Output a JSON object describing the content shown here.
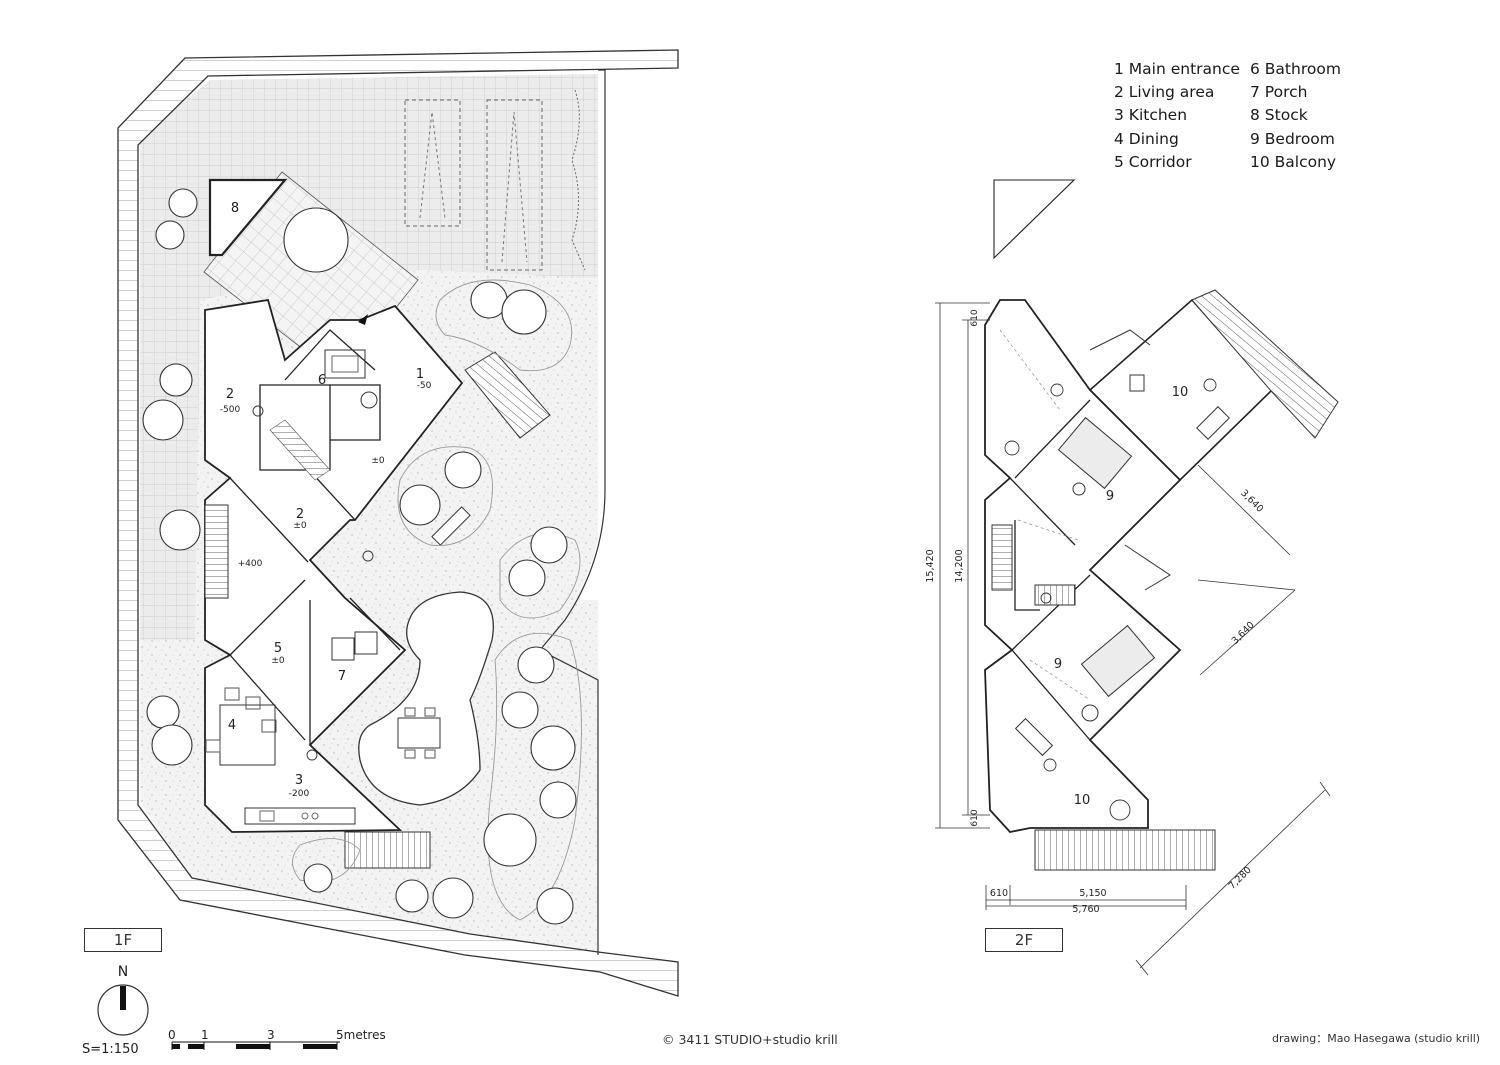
{
  "legend": {
    "col1": [
      "1 Main entrance",
      "2 Living area",
      "3 Kitchen",
      "4 Dining",
      "5 Corridor"
    ],
    "col2": [
      "6 Bathroom",
      "7 Porch",
      "8 Stock",
      "9 Bedroom",
      "10 Balcony"
    ]
  },
  "plan_1f": {
    "label": "1F",
    "rooms": [
      {
        "num": "8",
        "level": ""
      },
      {
        "num": "2",
        "level": "-500"
      },
      {
        "num": "6",
        "level": ""
      },
      {
        "num": "1",
        "level": "-50"
      },
      {
        "num": "",
        "level": "±0"
      },
      {
        "num": "2",
        "level": "±0"
      },
      {
        "num": "",
        "level": "+400"
      },
      {
        "num": "5",
        "level": "±0"
      },
      {
        "num": "7",
        "level": ""
      },
      {
        "num": "4",
        "level": ""
      },
      {
        "num": "3",
        "level": "-200"
      }
    ]
  },
  "plan_2f": {
    "label": "2F",
    "rooms": [
      "10",
      "9",
      "9",
      "10"
    ],
    "dimensions": {
      "total_height": "15,420",
      "inner_height": "14,200",
      "top_offset": "610",
      "bottom_offset": "610",
      "bottom_left": "610",
      "bottom_mid": "5,150",
      "bottom_total": "5,760",
      "diag_upper": "3,640",
      "diag_lower": "3,640",
      "diag_long": "7,280"
    }
  },
  "north": "N",
  "scale": {
    "ratio": "S=1:150",
    "ticks": [
      "0",
      "1",
      "3",
      "5metres"
    ]
  },
  "footer": {
    "copyright": "© 3411 STUDIO+studio krill",
    "credit": "drawing：Mao Hasegawa (studio krill)"
  },
  "colors": {
    "line": "#222222",
    "grid": "#bdbdbd",
    "ground": "#f2f2f2",
    "tile": "#e9e9e9"
  }
}
